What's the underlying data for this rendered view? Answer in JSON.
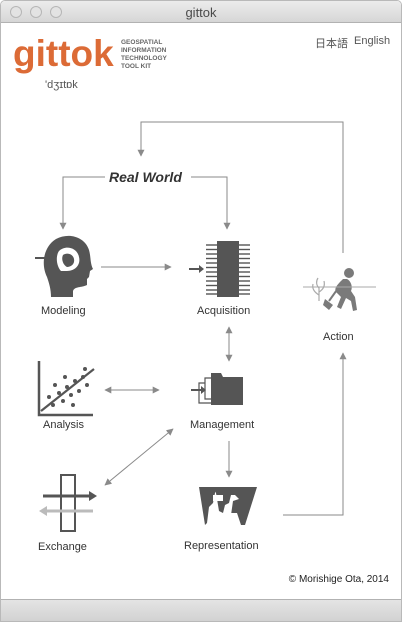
{
  "window": {
    "title": "gittok"
  },
  "logo": {
    "name": "gittok",
    "tagline": [
      "GEOSPATIAL",
      "INFORMATION",
      "TECHNOLOGY",
      "TOOL KIT"
    ],
    "phonetic": "'dʒɪtɒk"
  },
  "languages": {
    "japanese": "日本語",
    "english": "English"
  },
  "diagram": {
    "real_world": "Real World",
    "nodes": {
      "modeling": "Modeling",
      "acquisition": "Acquisition",
      "action": "Action",
      "analysis": "Analysis",
      "management": "Management",
      "exchange": "Exchange",
      "representation": "Representation"
    }
  },
  "footer": {
    "copyright": "© Morishige Ota, 2014"
  },
  "colors": {
    "brand": "#dc6b36",
    "icon": "#5a5a5a",
    "line": "#8a8a8a"
  }
}
